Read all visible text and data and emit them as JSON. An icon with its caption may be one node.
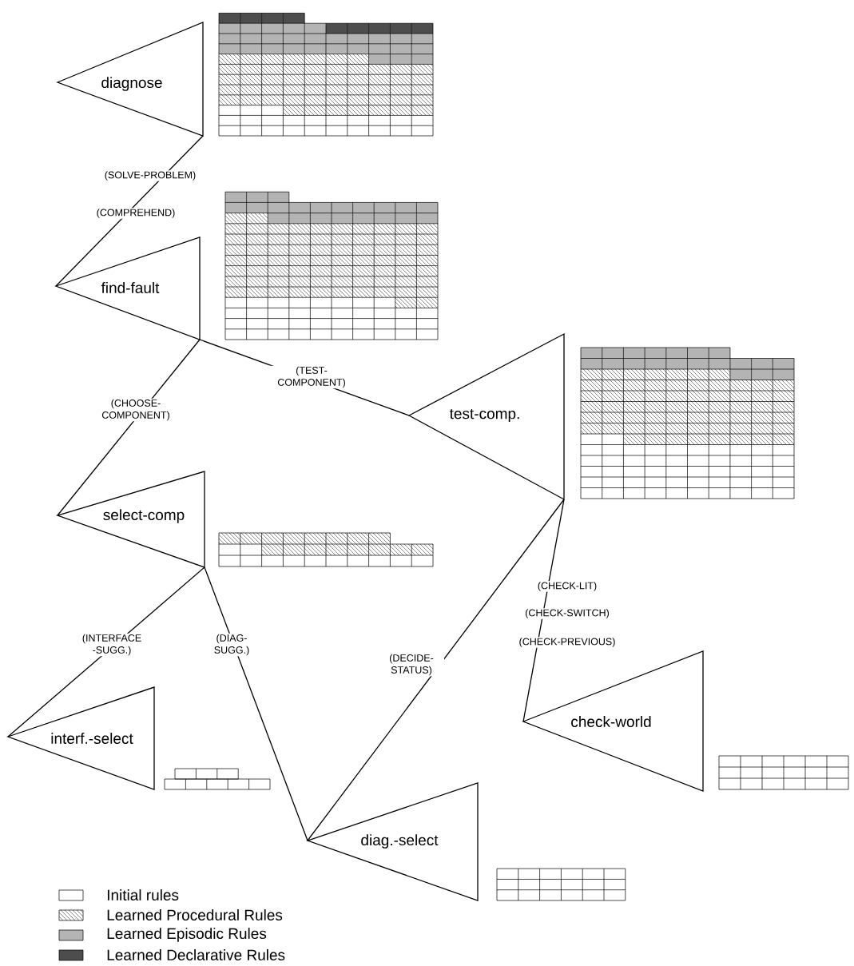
{
  "diagram": {
    "nodes": [
      {
        "text": [
          "diagnose"
        ]
      },
      {
        "text": [
          "find-fault"
        ]
      },
      {
        "text": [
          "select-comp"
        ]
      },
      {
        "text": [
          "test-comp."
        ]
      },
      {
        "text": [
          "interf.-select"
        ]
      },
      {
        "text": [
          "diag.-select"
        ]
      },
      {
        "text": [
          "check-world"
        ]
      }
    ],
    "edges": [
      {
        "from": 0,
        "to": 1,
        "arrow": "none",
        "label": "(SOLVE-PROBLEM)"
      },
      {
        "from": 1,
        "to": 2,
        "arrow": "none",
        "label": "(CHOOSE- COMPONENT)"
      },
      {
        "from": 1,
        "to": 3,
        "arrow": "none",
        "label": "(TEST- COMPONENT)"
      },
      {
        "from": 2,
        "to": 4,
        "arrow": "none",
        "label": "(INTERFACE -SUGG.)"
      },
      {
        "from": 2,
        "to": 5,
        "arrow": "none",
        "label": "(DIAG- SUGG.)"
      },
      {
        "from": 3,
        "to": 5,
        "arrow": "none",
        "label": "(DECIDE- STATUS)"
      },
      {
        "from": 3,
        "to": 6,
        "arrow": "none",
        "label": "(CHECK-LIT)"
      }
    ],
    "labels": [
      "(COMPREHEND)",
      "(CHECK-SWITCH)",
      "(CHECK-PREVIOUS)"
    ],
    "legend": [
      {
        "text": "Initial rules"
      },
      {
        "text": "Learned Procedural Rules"
      },
      {
        "text": "Learned Episodic Rules",
        "color": "#b4b4b4"
      },
      {
        "text": "Learned Declarative Rules",
        "color": "#4d4d4d"
      }
    ]
  }
}
